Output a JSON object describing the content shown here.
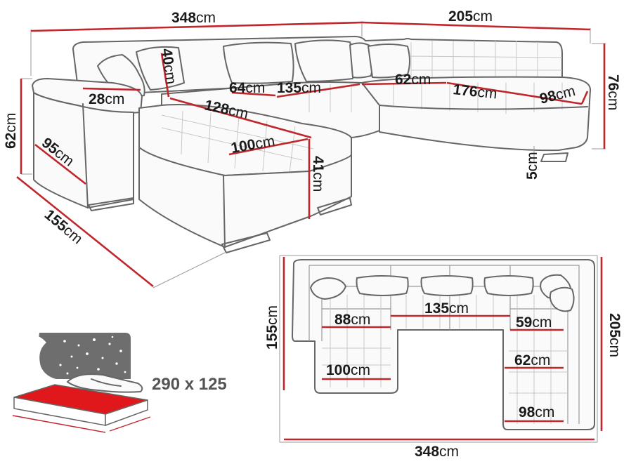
{
  "unit": "cm",
  "colors": {
    "dimension_red": "#c0272d",
    "outline": "#666666",
    "mattress_red": "#e0181b",
    "night_sky": "#6e6e6e"
  },
  "perspective_view": {
    "dimensions": {
      "total_width": {
        "value": "348",
        "unit": "cm"
      },
      "side_width": {
        "value": "205",
        "unit": "cm"
      },
      "height": {
        "value": "62",
        "unit": "cm"
      },
      "back_height": {
        "value": "76",
        "unit": "cm"
      },
      "backrest_height": {
        "value": "40",
        "unit": "cm"
      },
      "armrest_width": {
        "value": "28",
        "unit": "cm"
      },
      "seat_a": {
        "value": "64",
        "unit": "cm"
      },
      "seat_b": {
        "value": "135",
        "unit": "cm"
      },
      "seat_c": {
        "value": "62",
        "unit": "cm"
      },
      "seat_d": {
        "value": "176",
        "unit": "cm"
      },
      "seat_e": {
        "value": "98",
        "unit": "cm"
      },
      "chaise_length": {
        "value": "128",
        "unit": "cm"
      },
      "chaise_width": {
        "value": "100",
        "unit": "cm"
      },
      "seat_height": {
        "value": "41",
        "unit": "cm"
      },
      "armrest_depth": {
        "value": "95",
        "unit": "cm"
      },
      "total_depth": {
        "value": "155",
        "unit": "cm"
      },
      "leg_height": {
        "value": "5",
        "unit": "cm"
      }
    }
  },
  "top_view": {
    "dimensions": {
      "left_depth": {
        "value": "155",
        "unit": "cm"
      },
      "right_depth": {
        "value": "205",
        "unit": "cm"
      },
      "bottom_width": {
        "value": "348",
        "unit": "cm"
      },
      "seat_left": {
        "value": "88",
        "unit": "cm"
      },
      "seat_center": {
        "value": "135",
        "unit": "cm"
      },
      "seat_right": {
        "value": "59",
        "unit": "cm"
      },
      "chaise_left": {
        "value": "100",
        "unit": "cm"
      },
      "chaise_right_mid": {
        "value": "62",
        "unit": "cm"
      },
      "chaise_right_bottom": {
        "value": "98",
        "unit": "cm"
      }
    }
  },
  "bed_function": {
    "size_text": "290 x 125",
    "icons": [
      "night-sky-icon",
      "bed-icon"
    ]
  }
}
